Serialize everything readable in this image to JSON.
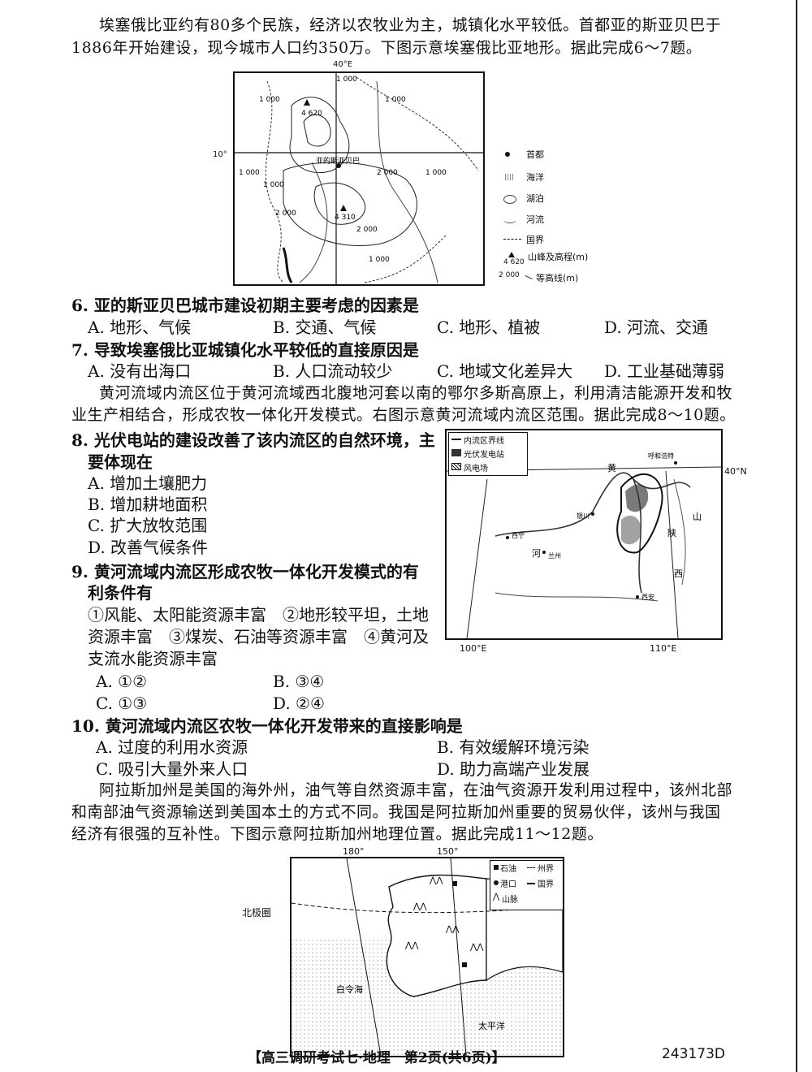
{
  "passage1": {
    "line1": "埃塞俄比亚约有80多个民族，经济以农牧业为主，城镇化水平较低。首都亚的斯亚贝巴于",
    "line2": "1886年开始建设，现今城市人口约350万。下图示意埃塞俄比亚地形。据此完成6～7题。"
  },
  "map1": {
    "lon_label": "40°E",
    "lat_label": "10°",
    "capital_label": "亚的斯亚贝巴",
    "contours": [
      "1 000",
      "1 000",
      "1 000",
      "1 000",
      "1 000",
      "1 000",
      "2 000",
      "2 000",
      "2 000",
      "1 000"
    ],
    "peaks": [
      "4 620",
      "4 310"
    ],
    "legend": {
      "capital": "首都",
      "ocean": "海洋",
      "lake": "湖泊",
      "river": "河流",
      "border": "国界",
      "peak_value": "4 620",
      "peak": "山峰及高程(m)",
      "contour_value": "2 000",
      "contour": "等高线(m)"
    }
  },
  "q6": {
    "stem": "6. 亚的斯亚贝巴城市建设初期主要考虑的因素是",
    "options": [
      "A. 地形、气候",
      "B. 交通、气候",
      "C. 地形、植被",
      "D. 河流、交通"
    ]
  },
  "q7": {
    "stem": "7. 导致埃塞俄比亚城镇化水平较低的直接原因是",
    "options": [
      "A. 没有出海口",
      "B. 人口流动较少",
      "C. 地域文化差异大",
      "D. 工业基础薄弱"
    ]
  },
  "passage2": {
    "line1": "黄河流域内流区位于黄河流域西北腹地河套以南的鄂尔多斯高原上，利用清洁能源开发和牧",
    "line2": "业生产相结合，形成农牧一体化开发模式。右图示意黄河流域内流区范围。据此完成8～10题。"
  },
  "q8": {
    "stem1": "8. 光伏电站的建设改善了该内流区的自然环境，主",
    "stem2": "要体现在",
    "options": [
      "A. 增加土壤肥力",
      "B. 增加耕地面积",
      "C. 扩大放牧范围",
      "D. 改善气候条件"
    ]
  },
  "q9": {
    "stem1": "9. 黄河流域内流区形成农牧一体化开发模式的有",
    "stem2": "利条件有",
    "items1": "①风能、太阳能资源丰富　②地形较平坦，土地",
    "items2": "资源丰富　③煤炭、石油等资源丰富　④黄河及",
    "items3": "支流水能资源丰富",
    "options": [
      "A. ①②",
      "B. ③④",
      "C. ①③",
      "D. ②④"
    ]
  },
  "map2": {
    "legend": [
      "内流区界线",
      "光伏发电站",
      "风电场"
    ],
    "lat_label": "40°N",
    "lon_left": "100°E",
    "lon_right": "110°E",
    "places": [
      "呼和浩特",
      "银川",
      "西宁",
      "兰州",
      "西安",
      "黄",
      "河",
      "山",
      "陕",
      "西"
    ]
  },
  "q10": {
    "stem": "10. 黄河流域内流区农牧一体化开发带来的直接影响是",
    "options": [
      "A. 过度的利用水资源",
      "B. 有效缓解环境污染",
      "C. 吸引大量外来人口",
      "D. 助力高端产业发展"
    ]
  },
  "passage3": {
    "line1": "阿拉斯加州是美国的海外州，油气等自然资源丰富，在油气资源开发利用过程中，该州北部",
    "line2": "和南部油气资源输送到美国本土的方式不同。我国是阿拉斯加州重要的贸易伙伴，该州与我国",
    "line3": "经济有很强的互补性。下图示意阿拉斯加州地理位置。据此完成11～12题。"
  },
  "map3": {
    "lon_180": "180°",
    "lon_150": "150°",
    "arctic_circle": "北极圈",
    "bering_sea": "白令海",
    "pacific": "太平洋",
    "legend": [
      "石油",
      "州界",
      "港口",
      "国界",
      "山脉"
    ]
  },
  "footer": {
    "title": "【高三调研考试七·地理　第2页(共6页)】",
    "code": "243173D"
  }
}
